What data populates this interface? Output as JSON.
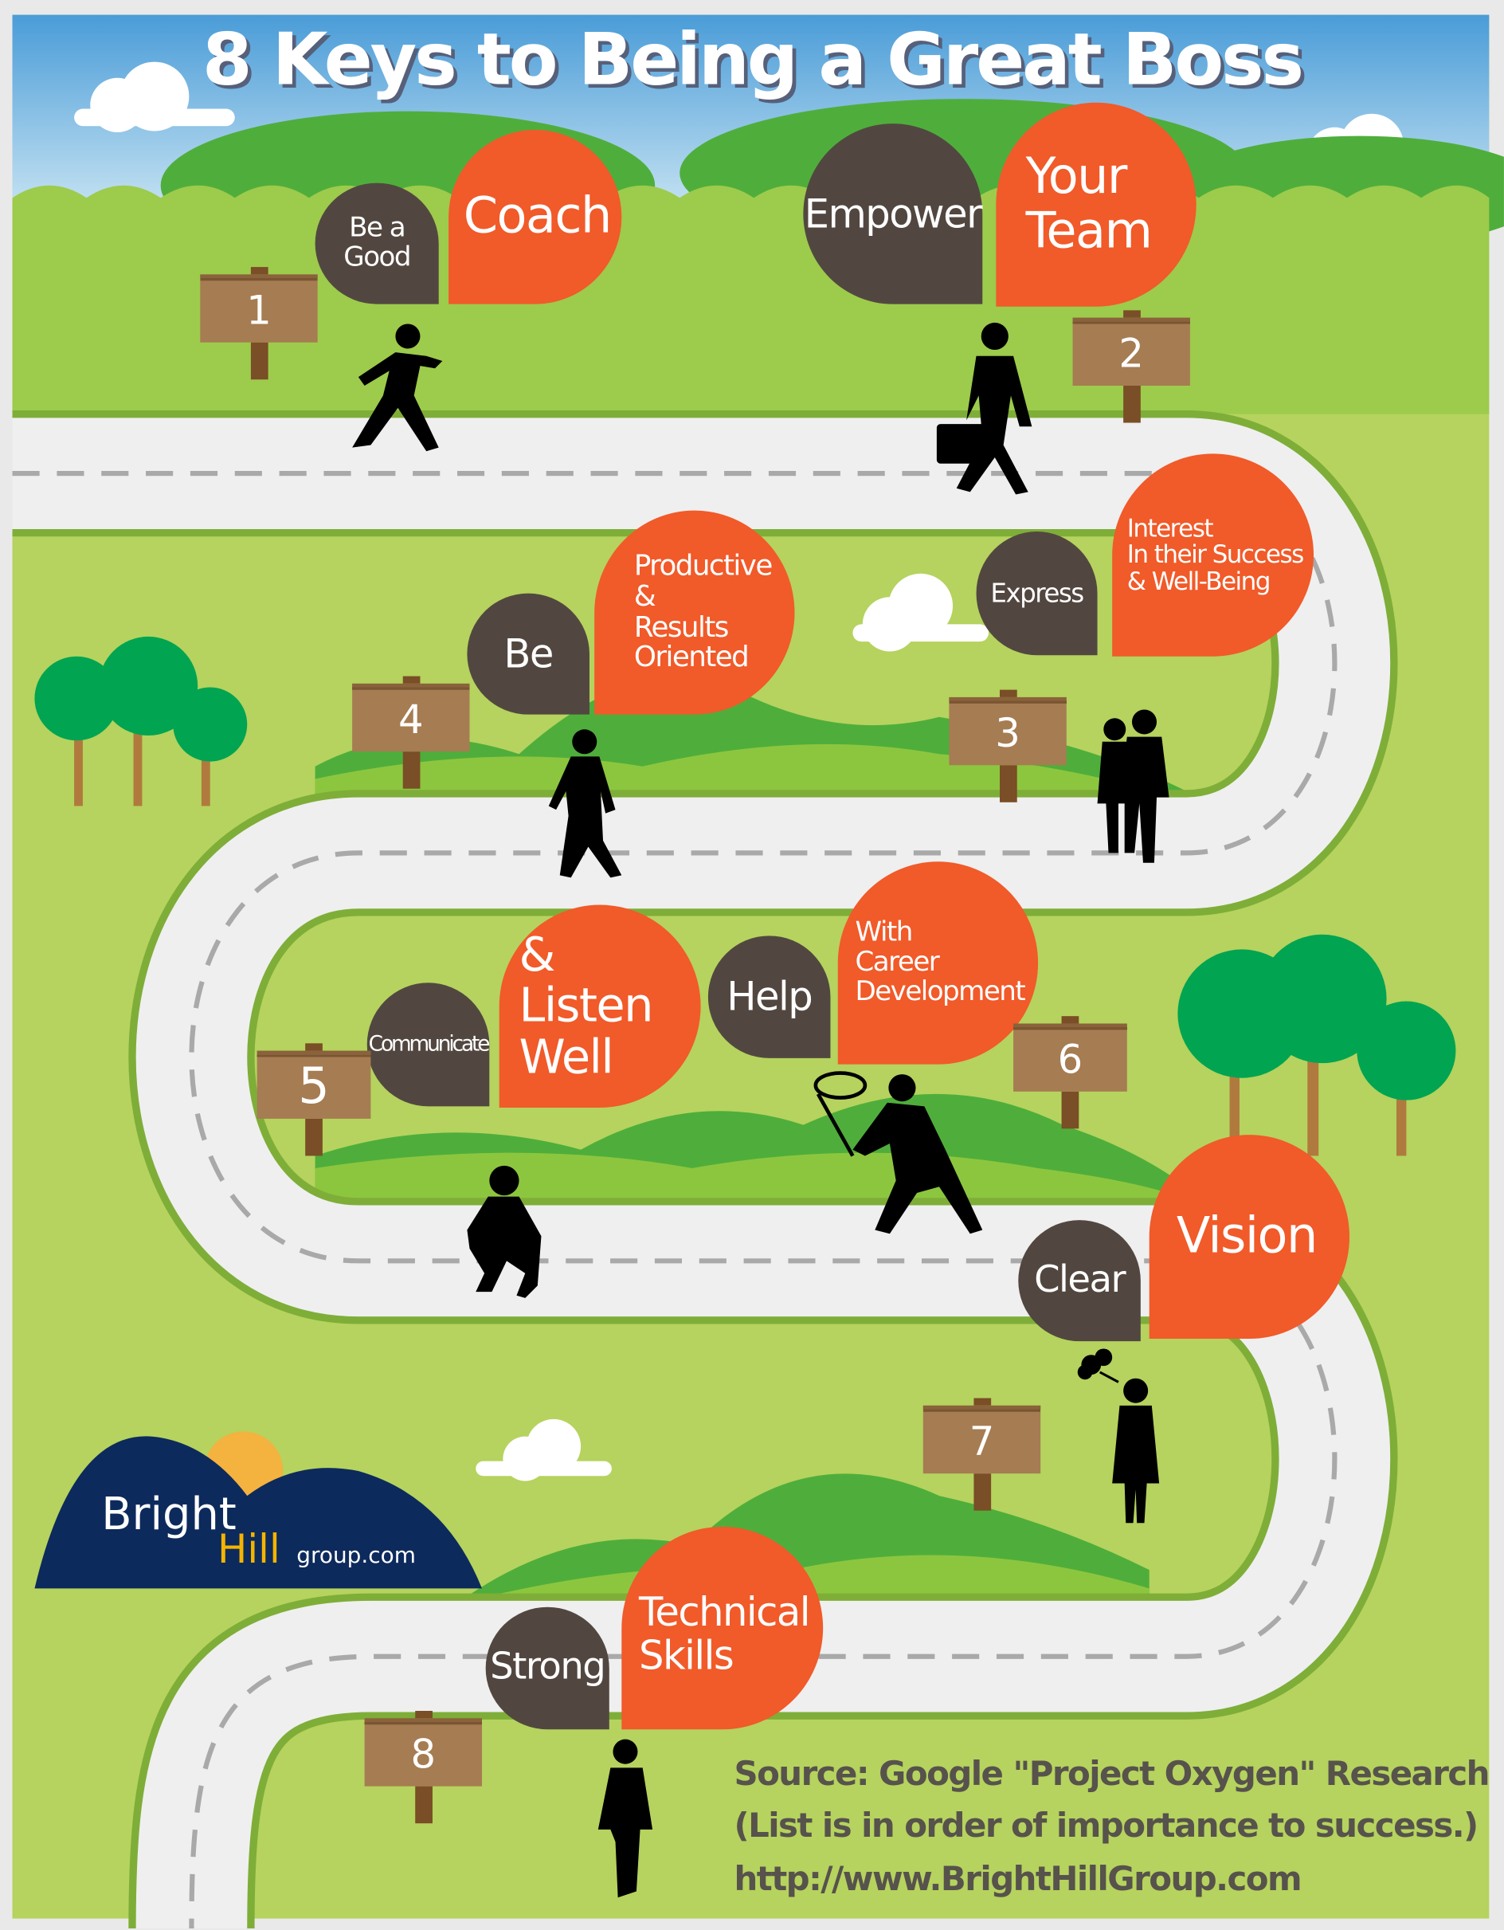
{
  "title": "8 Keys to Being a Great Boss",
  "keys": [
    {
      "number": "1",
      "lead": "Be a\nGood",
      "main": "Coach"
    },
    {
      "number": "2",
      "lead": "Empower",
      "main": "Your\nTeam"
    },
    {
      "number": "3",
      "lead": "Express",
      "main": "Interest\nIn their Success\n& Well-Being"
    },
    {
      "number": "4",
      "lead": "Be",
      "main": "Productive\n&\nResults\nOriented"
    },
    {
      "number": "5",
      "lead": "Communicate",
      "main": "&\nListen\nWell"
    },
    {
      "number": "6",
      "lead": "Help",
      "main": "With\nCareer\nDevelopment"
    },
    {
      "number": "7",
      "lead": "Clear",
      "main": "Vision"
    },
    {
      "number": "8",
      "lead": "Strong",
      "main": "Technical\nSkills"
    }
  ],
  "logo": {
    "word1": "Bright",
    "word2": "Hill",
    "word3": "group.com"
  },
  "source": {
    "line1": "Source: Google \"Project Oxygen\" Research",
    "line2": "(List is in order of importance to success.)",
    "line3": "http://www.BrightHillGroup.com"
  },
  "colors": {
    "orange": "#f15a29",
    "dark": "#524740",
    "grass": "#b5d35e",
    "road": "#eeeeee",
    "navy": "#0d2a5c"
  }
}
